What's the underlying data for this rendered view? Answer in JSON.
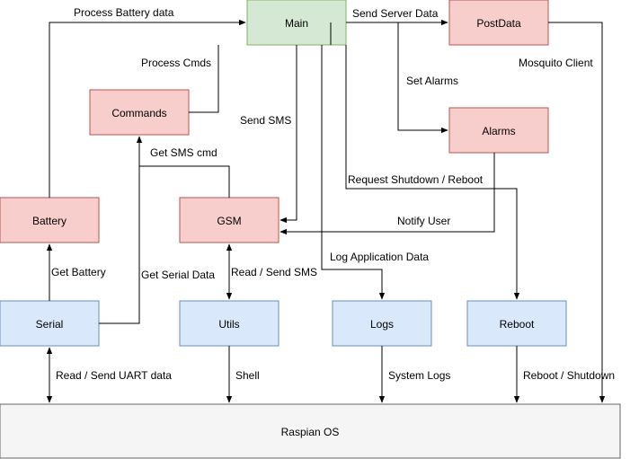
{
  "colors": {
    "green_fill": "#d5e8d4",
    "green_stroke": "#82b366",
    "red_fill": "#f8cecc",
    "red_stroke": "#b85450",
    "blue_fill": "#dae8fc",
    "blue_stroke": "#6c8ebf",
    "gray_fill": "#f5f5f5",
    "gray_stroke": "#666666",
    "line": "#000000"
  },
  "nodes": {
    "main": "Main",
    "postdata": "PostData",
    "commands": "Commands",
    "alarms": "Alarms",
    "battery": "Battery",
    "gsm": "GSM",
    "serial": "Serial",
    "utils": "Utils",
    "logs": "Logs",
    "reboot": "Reboot",
    "os": "Raspian OS"
  },
  "edges": {
    "process_battery_data": "Process Battery data",
    "send_server_data": "Send Server Data",
    "process_cmds": "Process Cmds",
    "mosquito_client": "Mosquito Client",
    "set_alarms": "Set Alarms",
    "send_sms": "Send SMS",
    "get_sms_cmd": "Get SMS cmd",
    "request_shutdown": "Request Shutdown / Reboot",
    "notify_user": "Notify User",
    "log_app_data": "Log Application Data",
    "get_battery": "Get Battery",
    "get_serial_data": "Get Serial Data",
    "read_send_sms": "Read / Send SMS",
    "read_send_uart": "Read / Send UART data",
    "shell": "Shell",
    "system_logs": "System Logs",
    "reboot_shutdown": "Reboot / Shutdown"
  }
}
